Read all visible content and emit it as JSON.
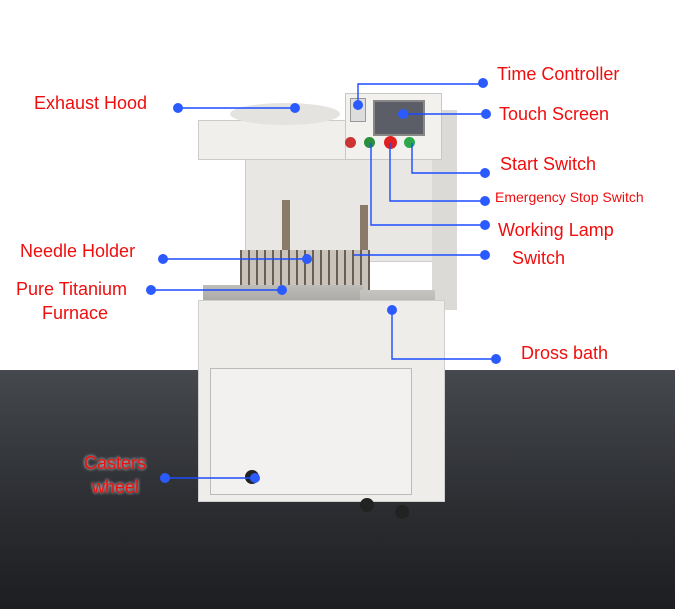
{
  "labels": {
    "exhaust_hood": "Exhaust Hood",
    "time_controller": "Time Controller",
    "touch_screen": "Touch Screen",
    "start_switch": "Start Switch",
    "emergency_stop_switch": "Emergency Stop Switch",
    "working_lamp_line1": "Working Lamp",
    "working_lamp_line2": "Switch",
    "needle_holder": "Needle Holder",
    "pure_titanium_line1": "Pure Titanium",
    "pure_titanium_line2": "Furnace",
    "dross_bath": "Dross bath",
    "casters_line1": "Casters",
    "casters_line2": "wheel"
  },
  "colors": {
    "label": "#f00d0d",
    "leader": "#1a4cff",
    "dot": "#2b5bff"
  }
}
